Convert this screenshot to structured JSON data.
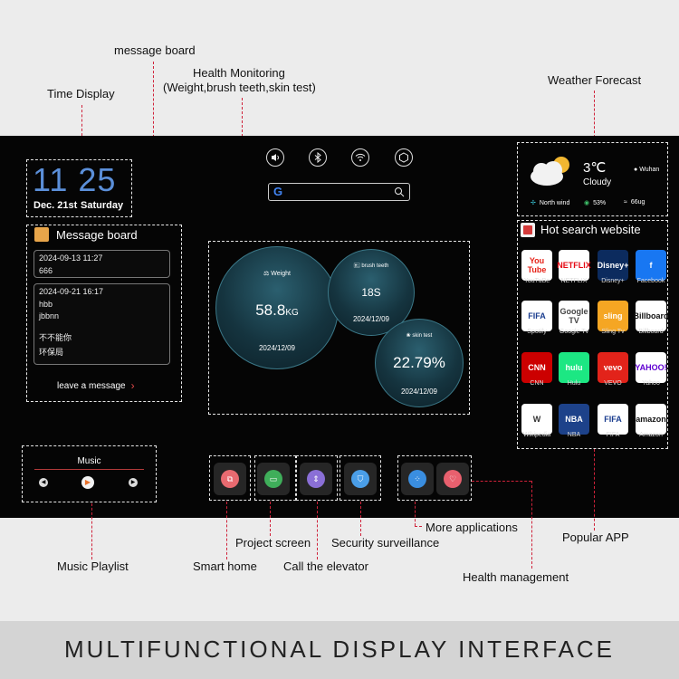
{
  "callouts": {
    "message_board": "message board",
    "health_monitoring": "Health Monitoring",
    "health_monitoring_sub": "(Weight,brush teeth,skin test)",
    "time_display": "Time  Display",
    "weather_forecast": "Weather  Forecast",
    "more_applications": "More applications",
    "project_screen": "Project screen",
    "security_surveillance": "Security surveillance",
    "popular_app": "Popular APP",
    "music_playlist": "Music Playlist",
    "smart_home": "Smart home",
    "call_elevator": "Call the elevator",
    "health_management": "Health management"
  },
  "footer": "MULTIFUNCTIONAL  DISPLAY  INTERFACE",
  "clock": {
    "time": "11 25",
    "date": "Dec. 21st",
    "day": "Saturday"
  },
  "message_board": {
    "title": "Message board",
    "cards": [
      {
        "timestamp": "2024-09-13    11:27",
        "lines": [
          "666"
        ]
      },
      {
        "timestamp": "2024-09-21    16:17",
        "lines": [
          "hbb",
          "jbbnn",
          "不不能你",
          "环保局"
        ]
      }
    ],
    "action": "leave a message",
    "action_icon": "chevron-right"
  },
  "top_icons": [
    "volume-icon",
    "bluetooth-icon",
    "wifi-icon",
    "hexagon-settings-icon"
  ],
  "search": {
    "placeholder": "",
    "logo": "G"
  },
  "health": {
    "weight": {
      "label": "Weight",
      "value": "58.8",
      "unit": "KG",
      "date": "2024/12/09"
    },
    "brush": {
      "label": "brush teeth",
      "value": "18S",
      "date": "2024/12/09"
    },
    "skin": {
      "label": "skin test",
      "value": "22.79%",
      "date": "2024/12/09"
    }
  },
  "weather": {
    "temp": "3℃",
    "condition": "Cloudy",
    "city": "Wuhan",
    "wind": "North wind",
    "humidity": "53%",
    "air": "66ug"
  },
  "hot_search": {
    "title": "Hot search website",
    "apps": [
      {
        "name": "YouTuBe",
        "logo": "You Tube",
        "bg": "#ffffff",
        "fg": "#e62117"
      },
      {
        "name": "NETFLIX",
        "logo": "NETFLIX",
        "bg": "#ffffff",
        "fg": "#e50914"
      },
      {
        "name": "Disney+",
        "logo": "Disney+",
        "bg": "#0c2b5e",
        "fg": "#ffffff"
      },
      {
        "name": "Facebook",
        "logo": "f",
        "bg": "#1877f2",
        "fg": "#ffffff"
      },
      {
        "name": "Spotify",
        "logo": "FIFA",
        "bg": "#ffffff",
        "fg": "#1a3d8f"
      },
      {
        "name": "Google Tv",
        "logo": "Google TV",
        "bg": "#ffffff",
        "fg": "#444444"
      },
      {
        "name": "Sling Tv",
        "logo": "sling",
        "bg": "#f5a623",
        "fg": "#ffffff"
      },
      {
        "name": "Billboard",
        "logo": "Billboard",
        "bg": "#ffffff",
        "fg": "#111111"
      },
      {
        "name": "CNN",
        "logo": "CNN",
        "bg": "#cc0000",
        "fg": "#ffffff"
      },
      {
        "name": "Hulu",
        "logo": "hulu",
        "bg": "#1ce783",
        "fg": "#ffffff"
      },
      {
        "name": "VEVO",
        "logo": "vevo",
        "bg": "#e2231a",
        "fg": "#ffffff"
      },
      {
        "name": "Yahoo",
        "logo": "YAHOO!",
        "bg": "#ffffff",
        "fg": "#6001d2"
      },
      {
        "name": "Wikipedia",
        "logo": "W",
        "bg": "#ffffff",
        "fg": "#333333"
      },
      {
        "name": "NBA",
        "logo": "NBA",
        "bg": "#1d428a",
        "fg": "#ffffff"
      },
      {
        "name": "FIFA",
        "logo": "FIFA",
        "bg": "#ffffff",
        "fg": "#1a3d8f"
      },
      {
        "name": "Amazon",
        "logo": "amazon",
        "bg": "#ffffff",
        "fg": "#111111"
      }
    ]
  },
  "music": {
    "title": "Music",
    "controls": [
      "previous-icon",
      "play-icon",
      "next-icon"
    ]
  },
  "functions": [
    {
      "name": "smart-home-icon",
      "color": "#e86a70"
    },
    {
      "name": "project-screen-icon",
      "color": "#3fae5a"
    },
    {
      "name": "elevator-icon",
      "color": "#8a6fd6"
    },
    {
      "name": "security-icon",
      "color": "#4a9ee8"
    },
    {
      "name": "more-apps-icon",
      "color": "#3a8ee0"
    },
    {
      "name": "health-management-icon",
      "color": "#e8606e"
    }
  ]
}
